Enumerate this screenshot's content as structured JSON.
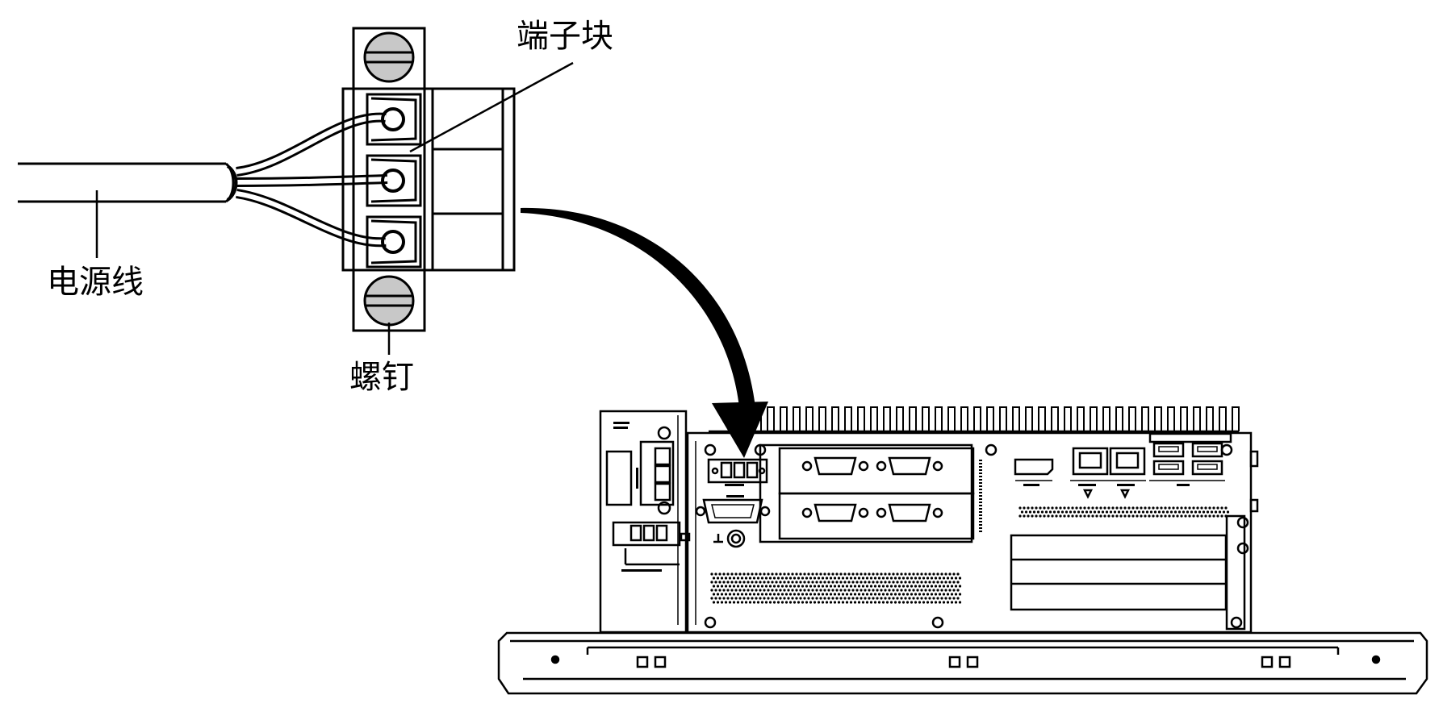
{
  "callouts": {
    "terminal_block": "端子块",
    "power_cable": "电源线",
    "screw": "螺钉"
  },
  "colors": {
    "stroke": "#000000",
    "screw_fill": "#c8c8c8",
    "background": "#ffffff"
  }
}
